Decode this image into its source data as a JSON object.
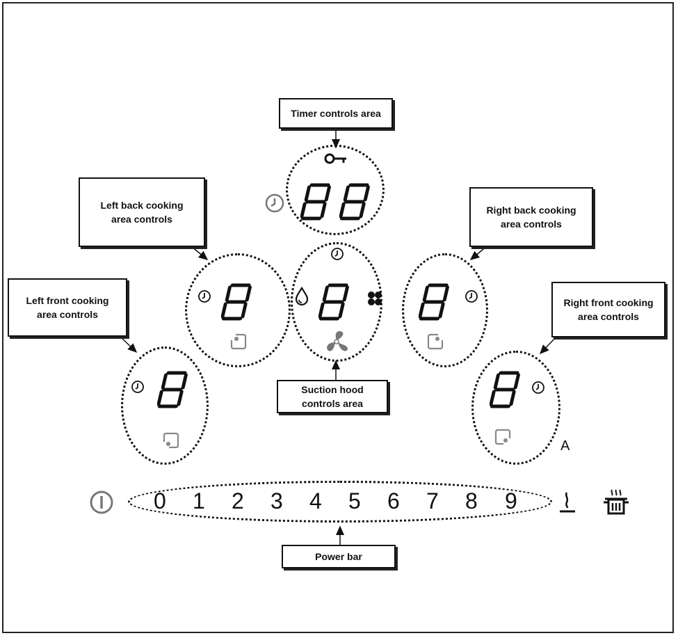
{
  "callouts": {
    "timer": "Timer controls area",
    "left_back": "Left back cooking area controls",
    "right_back": "Right back cooking area controls",
    "left_front": "Left front cooking area controls",
    "right_front": "Right front cooking area controls",
    "suction": "Suction hood controls area",
    "power_bar": "Power bar"
  },
  "power_levels": [
    "0",
    "1",
    "2",
    "3",
    "4",
    "5",
    "6",
    "7",
    "8",
    "9"
  ],
  "auto_label": "A",
  "icons": {
    "lock": "key-icon",
    "timer": "clock-icon",
    "power": "power-icon",
    "keep_warm": "keep-warm-icon",
    "boost": "pot-boost-icon",
    "fan": "fan-icon",
    "drop": "drop-icon",
    "grease": "filter-icon"
  }
}
